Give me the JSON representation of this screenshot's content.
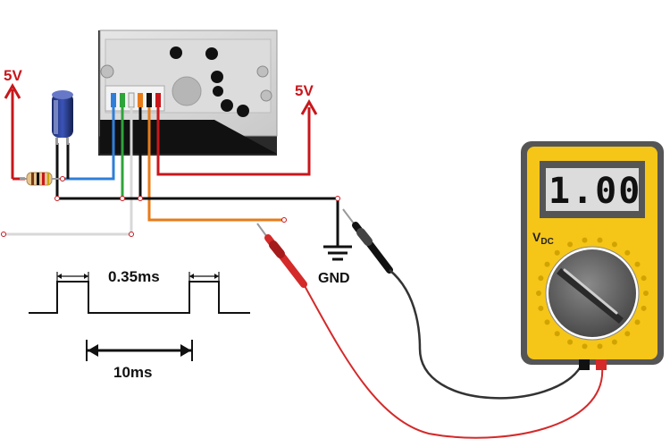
{
  "labels": {
    "supply_left": "5V",
    "supply_right": "5V",
    "ground": "GND",
    "pulse_width": "0.35ms",
    "period": "10ms"
  },
  "meter": {
    "display": "1.00",
    "mode_main": "V",
    "mode_sub": "DC"
  },
  "colors": {
    "power": "#c8171c",
    "meter_body": "#f5c518",
    "wire_blue": "#2f7fd8",
    "wire_green": "#2ea43a",
    "wire_orange": "#e77b1a",
    "wire_black": "#111111",
    "probe_red": "#d42a2a"
  }
}
